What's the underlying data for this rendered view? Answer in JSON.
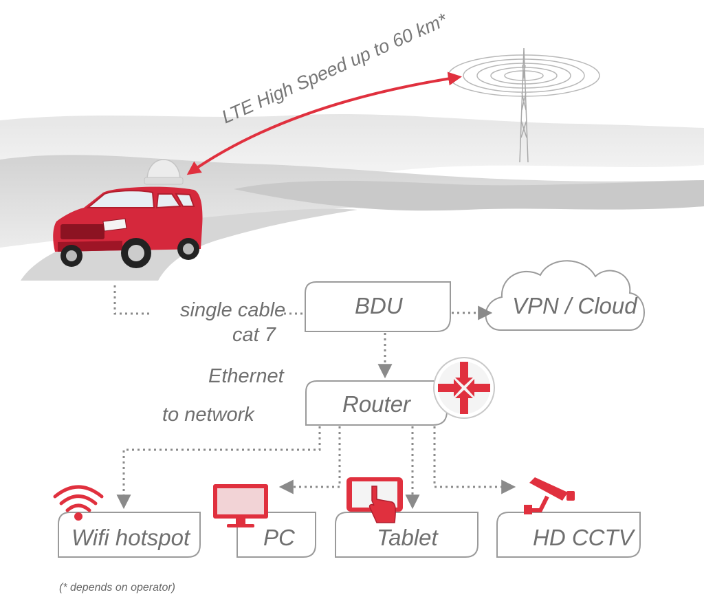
{
  "link": {
    "lte_label": "LTE High Speed up to 60 km*"
  },
  "nodes": {
    "bdu": "BDU",
    "cloud": "VPN / Cloud",
    "router": "Router",
    "wifi": "Wifi hotspot",
    "pc": "PC",
    "tablet": "Tablet",
    "cctv": "HD CCTV"
  },
  "labels": {
    "cable_line1": "single cable",
    "cable_line2": "cat 7",
    "ethernet_line1": "Ethernet",
    "ethernet_line2": "to network"
  },
  "footnote": "(* depends on operator)",
  "colors": {
    "accent": "#e0303e",
    "line": "#8a8a8a",
    "text": "#6f6f6f",
    "box_stroke": "#9a9a9a"
  }
}
